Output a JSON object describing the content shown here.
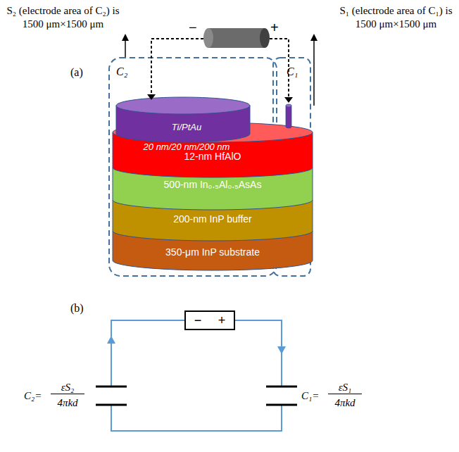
{
  "diagram": {
    "nodes": [
      {
        "text": [
          "C₂"
        ]
      },
      {
        "text": [
          "Ti/PtAu",
          "20 nm/20 nm/200 nm"
        ],
        "in": 0
      },
      {
        "text": [
          "C₁"
        ]
      },
      {
        "text": [
          "12-nm HfAlO"
        ]
      },
      {
        "text": [
          "500-nm In₀.₅Al₀.₅AsAs"
        ]
      },
      {
        "text": [
          "200-nm InP buffer"
        ]
      },
      {
        "text": [
          "350-μm InP substrate"
        ]
      },
      {
        "text": [
          "−",
          "+"
        ]
      }
    ],
    "labels": [
      "S₂ (electrode area of C₂) is 1500 μm×1500 μm",
      "S₁ (electrode area of C₁) is 1500 μm×1500 μm",
      "−",
      "+",
      "(a)",
      "(b)",
      "C₂=",
      "εS₂",
      "4πkd",
      "C₁=",
      "εS₁",
      "4πkd"
    ]
  }
}
